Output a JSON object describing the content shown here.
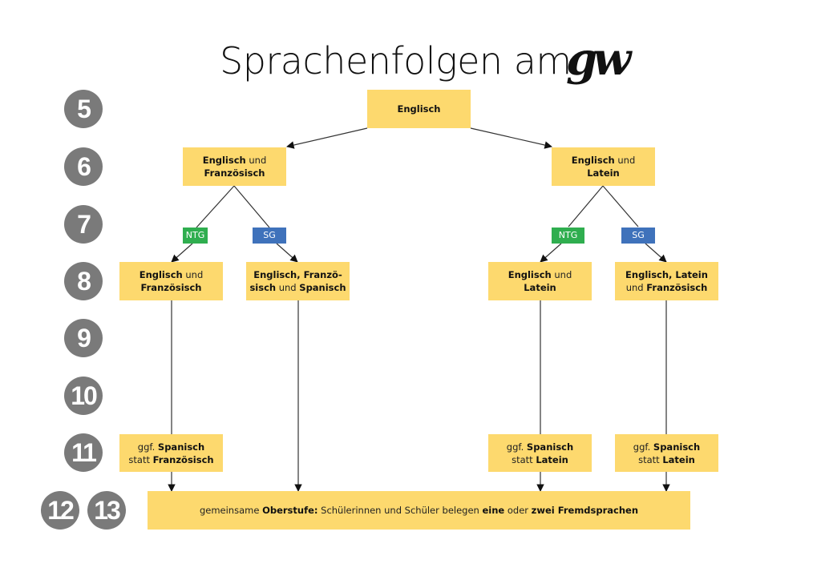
{
  "title": {
    "text": "Sprachenfolgen am",
    "logo": "gw"
  },
  "grades": [
    "5",
    "6",
    "7",
    "8",
    "9",
    "10",
    "11",
    "12",
    "13"
  ],
  "colors": {
    "box": "#FDD96E",
    "circle": "#7a7a7a",
    "ntg": "#2fae4f",
    "sg": "#3f72bb",
    "line": "#333333"
  },
  "boxes": {
    "g5": {
      "parts": [
        {
          "t": "Englisch",
          "b": true
        }
      ]
    },
    "g6_left": {
      "parts": [
        {
          "t": "Englisch",
          "b": true
        },
        {
          "t": " und",
          "b": false
        },
        {
          "br": true
        },
        {
          "t": "Französisch",
          "b": true
        }
      ]
    },
    "g6_right": {
      "parts": [
        {
          "t": "Englisch",
          "b": true
        },
        {
          "t": " und",
          "b": false
        },
        {
          "br": true
        },
        {
          "t": "Latein",
          "b": true
        }
      ]
    },
    "g8_a": {
      "parts": [
        {
          "t": "Englisch",
          "b": true
        },
        {
          "t": " und",
          "b": false
        },
        {
          "br": true
        },
        {
          "t": "Französisch",
          "b": true
        }
      ]
    },
    "g8_b": {
      "parts": [
        {
          "t": "Englisch, Franzö-",
          "b": true
        },
        {
          "br": true
        },
        {
          "t": "sisch",
          "b": true
        },
        {
          "t": " und ",
          "b": false
        },
        {
          "t": "Spanisch",
          "b": true
        }
      ]
    },
    "g8_c": {
      "parts": [
        {
          "t": "Englisch",
          "b": true
        },
        {
          "t": " und",
          "b": false
        },
        {
          "br": true
        },
        {
          "t": "Latein",
          "b": true
        }
      ]
    },
    "g8_d": {
      "parts": [
        {
          "t": "Englisch, Latein",
          "b": true
        },
        {
          "br": true
        },
        {
          "t": "und ",
          "b": false
        },
        {
          "t": "Französisch",
          "b": true
        }
      ]
    },
    "g11_a": {
      "parts": [
        {
          "t": "ggf. ",
          "b": false
        },
        {
          "t": "Spanisch",
          "b": true
        },
        {
          "br": true
        },
        {
          "t": "statt ",
          "b": false
        },
        {
          "t": "Französisch",
          "b": true
        }
      ]
    },
    "g11_c": {
      "parts": [
        {
          "t": "ggf. ",
          "b": false
        },
        {
          "t": "Spanisch",
          "b": true
        },
        {
          "br": true
        },
        {
          "t": "statt ",
          "b": false
        },
        {
          "t": "Latein",
          "b": true
        }
      ]
    },
    "g11_d": {
      "parts": [
        {
          "t": "ggf. ",
          "b": false
        },
        {
          "t": "Spanisch",
          "b": true
        },
        {
          "br": true
        },
        {
          "t": "statt ",
          "b": false
        },
        {
          "t": "Latein",
          "b": true
        }
      ]
    },
    "oberstufe": {
      "parts": [
        {
          "t": "gemeinsame ",
          "b": false
        },
        {
          "t": "Oberstufe:",
          "b": true
        },
        {
          "t": " Schülerinnen und Schüler belegen ",
          "b": false
        },
        {
          "t": "eine",
          "b": true
        },
        {
          "t": " oder ",
          "b": false
        },
        {
          "t": "zwei Fremdsprachen",
          "b": true
        }
      ]
    }
  },
  "tags": {
    "left_ntg": "NTG",
    "left_sg": "SG",
    "right_ntg": "NTG",
    "right_sg": "SG"
  }
}
